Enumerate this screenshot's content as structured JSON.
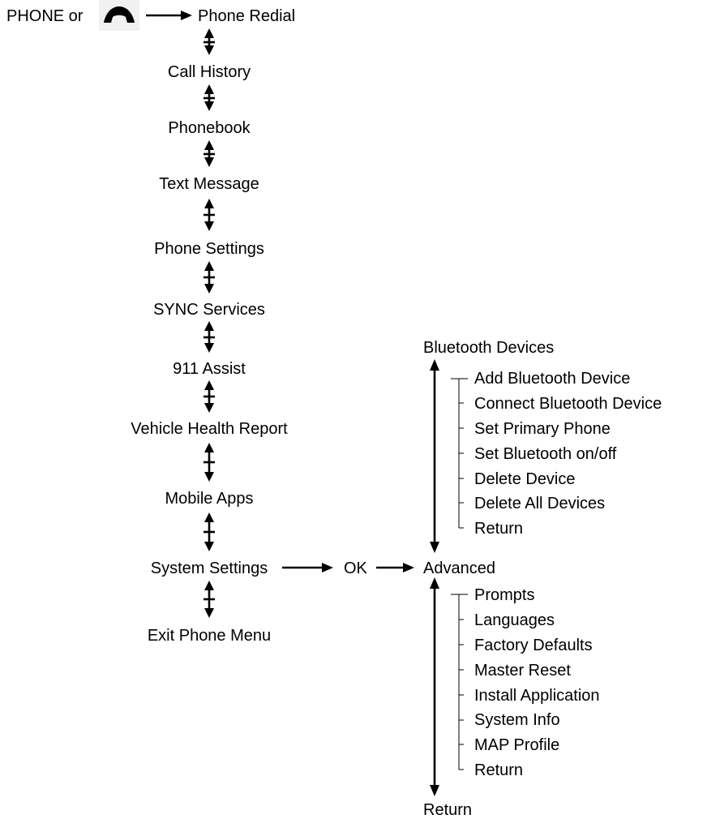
{
  "prefix_label": "PHONE or",
  "phone_icon": "handset-icon",
  "ink_color": "#000000",
  "main_menu": [
    "Phone Redial",
    "Call History",
    "Phonebook",
    "Text Message",
    "Phone Settings",
    "SYNC Services",
    "911 Assist",
    "Vehicle Health Report",
    "Mobile Apps",
    "System Settings",
    "Exit Phone Menu"
  ],
  "ok_label": "OK",
  "bluetooth": {
    "title": "Bluetooth Devices",
    "items": [
      "Add Bluetooth Device",
      "Connect Bluetooth Device",
      "Set Primary Phone",
      "Set Bluetooth on/off",
      "Delete Device",
      "Delete All Devices",
      "Return"
    ]
  },
  "advanced": {
    "title": "Advanced",
    "items": [
      "Prompts",
      "Languages",
      "Factory Defaults",
      "Master Reset",
      "Install Application",
      "System Info",
      "MAP Profile",
      "Return"
    ]
  },
  "bottom_return": "Return"
}
